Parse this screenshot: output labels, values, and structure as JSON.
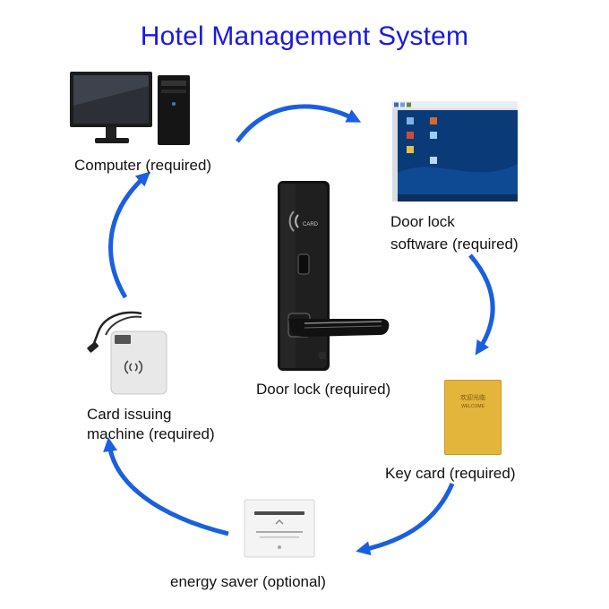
{
  "title": "Hotel Management System",
  "nodes": {
    "computer": {
      "label": "Computer (required)"
    },
    "software": {
      "label_line1": "Door lock",
      "label_line2": "software (required)"
    },
    "door_lock": {
      "label": "Door lock (required)",
      "pad_text": "CARD"
    },
    "key_card": {
      "label": "Key card (required)",
      "card_text_line1": "欢迎光临",
      "card_text_line2": "WELCOME"
    },
    "energy_saver": {
      "label": "energy saver (optional)"
    },
    "card_issuer": {
      "label_line1": "Card issuing",
      "label_line2": "machine (required)"
    }
  },
  "colors": {
    "title": "#1a1adc",
    "arrow": "#1a5fe0",
    "card_gold": "#e3b53a"
  }
}
